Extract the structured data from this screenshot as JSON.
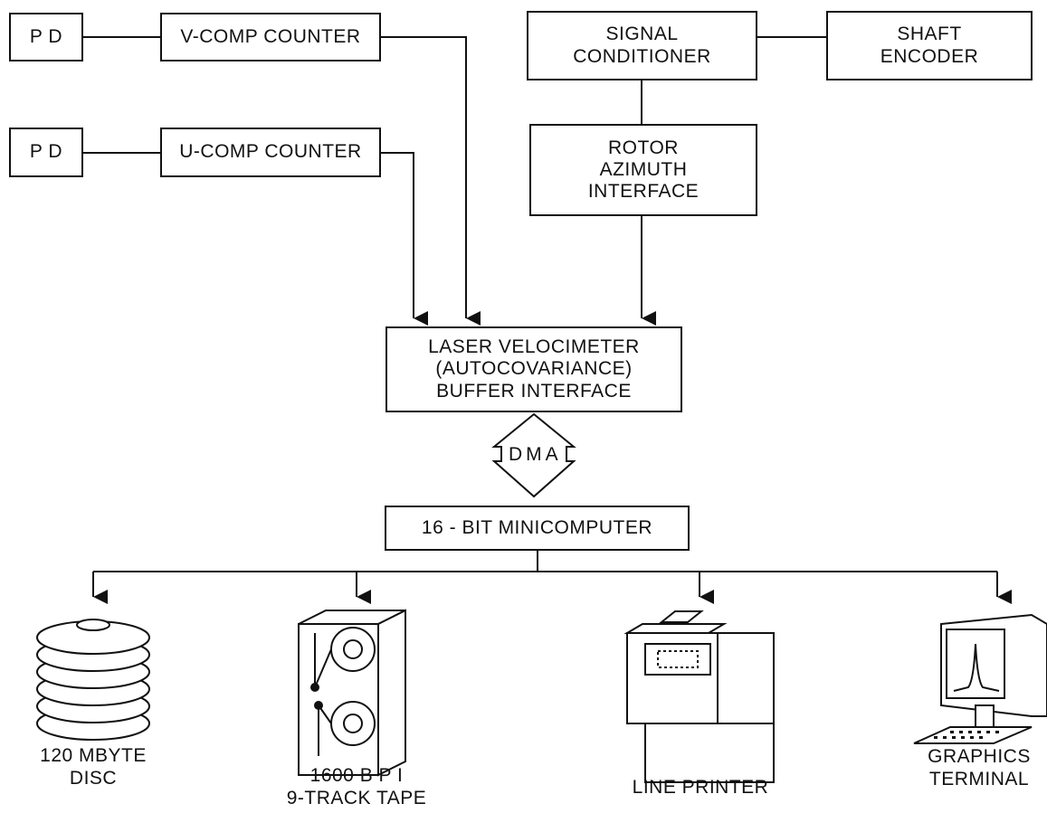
{
  "boxes": {
    "pd_top": "P D",
    "pd_bottom": "P D",
    "v_counter": "V-COMP COUNTER",
    "u_counter": "U-COMP COUNTER",
    "signal_conditioner": [
      "SIGNAL",
      "CONDITIONER"
    ],
    "shaft_encoder": [
      "SHAFT",
      "ENCODER"
    ],
    "rotor_interface": [
      "ROTOR",
      "AZIMUTH",
      "INTERFACE"
    ],
    "buffer_interface": [
      "LASER VELOCIMETER",
      "(AUTOCOVARIANCE)",
      "BUFFER INTERFACE"
    ],
    "minicomputer": "16 - BIT MINICOMPUTER"
  },
  "link_label": "DMA",
  "peripherals": {
    "disc": [
      "120 MBYTE",
      "DISC"
    ],
    "tape": [
      "1600 B P I",
      "9-TRACK TAPE"
    ],
    "printer": "LINE PRINTER",
    "terminal": [
      "GRAPHICS",
      "TERMINAL"
    ]
  }
}
